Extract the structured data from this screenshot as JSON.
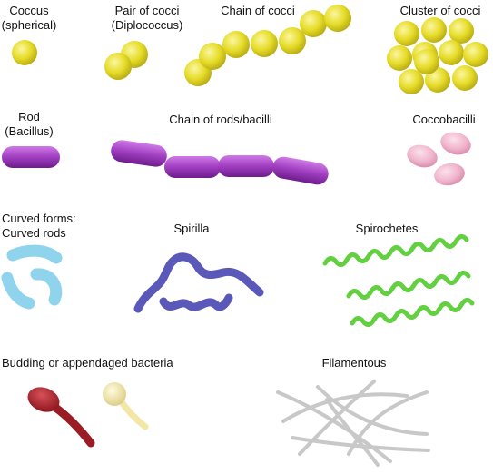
{
  "labels": {
    "coccus": [
      "Coccus",
      "(spherical)"
    ],
    "diplococcus": [
      "Pair of cocci",
      "(Diplococcus)"
    ],
    "chain_cocci": "Chain of cocci",
    "cluster_cocci": "Cluster of cocci",
    "rod": [
      "Rod",
      "(Bacillus)"
    ],
    "chain_rods": "Chain of rods/bacilli",
    "coccobacilli": "Coccobacilli",
    "curved": [
      "Curved forms:",
      "Curved rods"
    ],
    "spirilla": "Spirilla",
    "spirochetes": "Spirochetes",
    "budding": "Budding or appendaged bacteria",
    "filamentous": "Filamentous"
  },
  "colors": {
    "cocci": "#e6dc28",
    "rods": "#a03ec0",
    "coccobacilli": "#f0b4cc",
    "curved": "#8fd4ec",
    "spirilla": "#5a58b8",
    "spirochetes": "#62d040",
    "budding_red": "#b3262e",
    "budding_cream": "#f2e7a6",
    "filaments": "#c8c8c8"
  }
}
